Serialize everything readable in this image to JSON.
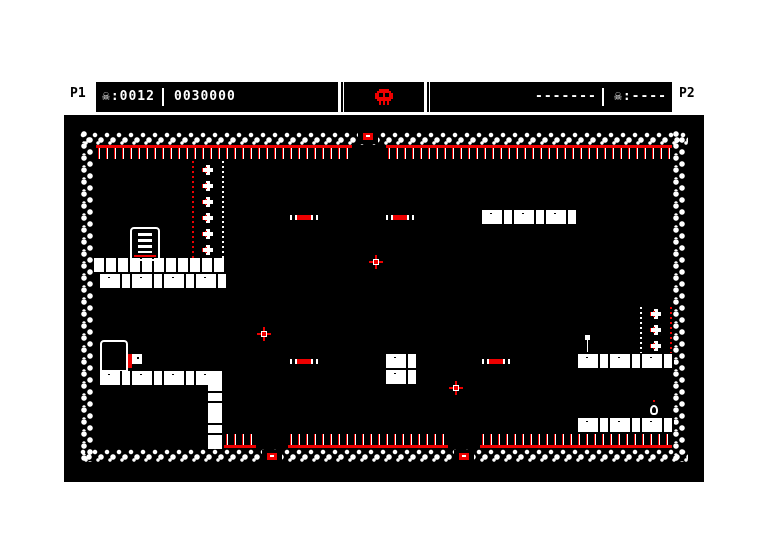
{
  "hud": {
    "p1_label": "P1",
    "p2_label": "P2",
    "p1_lives": "☠:0012",
    "p1_score": "0030000",
    "p2_score": "-------",
    "p2_lives": "☠:----",
    "center_icon": "red-skull-icon"
  },
  "colors": {
    "background": "#000000",
    "frame": "#ffffff",
    "accent": "#e00000",
    "hud_bg": "#000000",
    "outer": "#ffffff"
  },
  "level": {
    "ceiling_spikes": [
      "left-section",
      "right-section"
    ],
    "floor_spikes": [
      "left-pit",
      "center-pit",
      "right-pit"
    ],
    "gates": [
      "top-center",
      "bottom-left",
      "bottom-center"
    ],
    "arrows_left_column": 6,
    "arrows_right_column": 3,
    "sparkles": 4,
    "floating_platforms": 6,
    "doors": [
      "top-left-ladder-door",
      "mid-left-exit-door"
    ],
    "items": [
      "potion-flask",
      "lever"
    ]
  }
}
